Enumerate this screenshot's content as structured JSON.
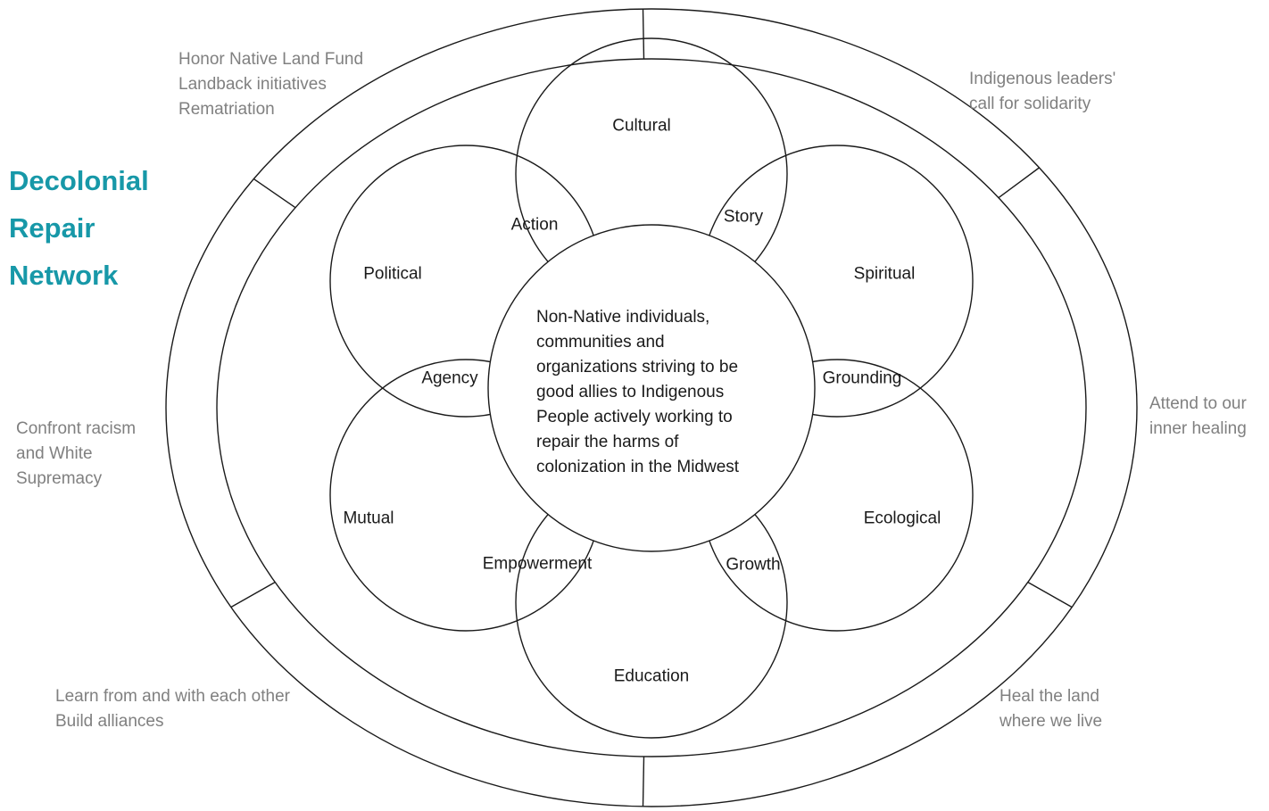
{
  "title": "Decolonial\nRepair\nNetwork",
  "center_text": "Non-Native individuals,\ncommunities and\norganizations striving to be\ngood allies to Indigenous\nPeople actively working to\nrepair the harms of\ncolonization in the Midwest",
  "petals": {
    "cultural": "Cultural",
    "spiritual": "Spiritual",
    "ecological": "Ecological",
    "education": "Education",
    "mutual": "Mutual",
    "political": "Political"
  },
  "overlaps": {
    "action": "Action",
    "story": "Story",
    "grounding": "Grounding",
    "growth": "Growth",
    "empowerment": "Empowerment",
    "agency": "Agency"
  },
  "outer_labels": {
    "top_left": "Honor Native Land Fund\nLandback initiatives\nRematriation",
    "top_right": "Indigenous leaders'\ncall for solidarity",
    "right": "Attend to our\ninner healing",
    "bottom_right": "Heal the land\nwhere we live",
    "bottom_left": "Learn from and with each other\nBuild alliances",
    "left": "Confront racism\nand White\nSupremacy"
  },
  "colors": {
    "title": "#1798A8",
    "outer_label_text": "#808080",
    "line": "#1a1a1a"
  }
}
